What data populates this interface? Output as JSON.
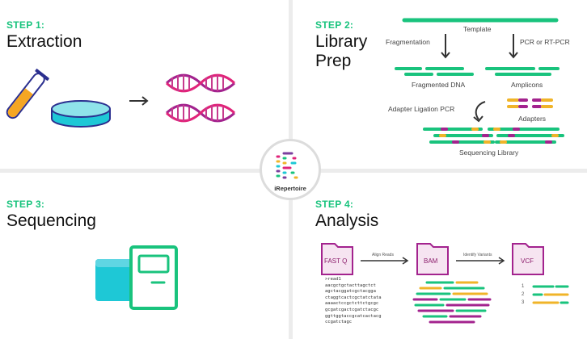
{
  "steps": [
    {
      "label": "STEP 1:",
      "title": "Extraction"
    },
    {
      "label": "STEP 2:",
      "title_line1": "Library",
      "title_line2": "Prep"
    },
    {
      "label": "STEP 3:",
      "title": "Sequencing"
    },
    {
      "label": "STEP 4:",
      "title": "Analysis"
    }
  ],
  "library": {
    "template": "Template",
    "fragmentation": "Fragmentation",
    "pcr": "PCR or RT-PCR",
    "fragmented_dna": "Fragmented DNA",
    "amplicons": "Amplicons",
    "adapter_ligation": "Adapter Ligation PCR",
    "adapters": "Adapters",
    "sequencing_library": "Sequencing Library"
  },
  "logo": {
    "name": "iRepertoire"
  },
  "analysis": {
    "fastq": "FAST Q",
    "bam": "BAM",
    "vcf": "VCF",
    "align_reads": "Align Reads",
    "identify_variants": "Identify Variants",
    "read_header": ">read1",
    "read_lines": [
      "aacgctgctacttagctct",
      "agctacggatcgctacgga",
      "ctaggtcactcgctatctata",
      "aaaactccgctcttctgcgc",
      "gcgatcgactcgatctacgc",
      "ggttggtaccgcatcactacg",
      "ccgatctagc"
    ],
    "variant_numbers": [
      "1",
      "2",
      "3"
    ]
  },
  "colors": {
    "green": "#19c37d",
    "magenta": "#a3238e",
    "pink": "#e0247a",
    "yellow": "#f0b429",
    "teal": "#1ec8d6",
    "orange": "#f5a623",
    "purple": "#7b3f9e"
  }
}
